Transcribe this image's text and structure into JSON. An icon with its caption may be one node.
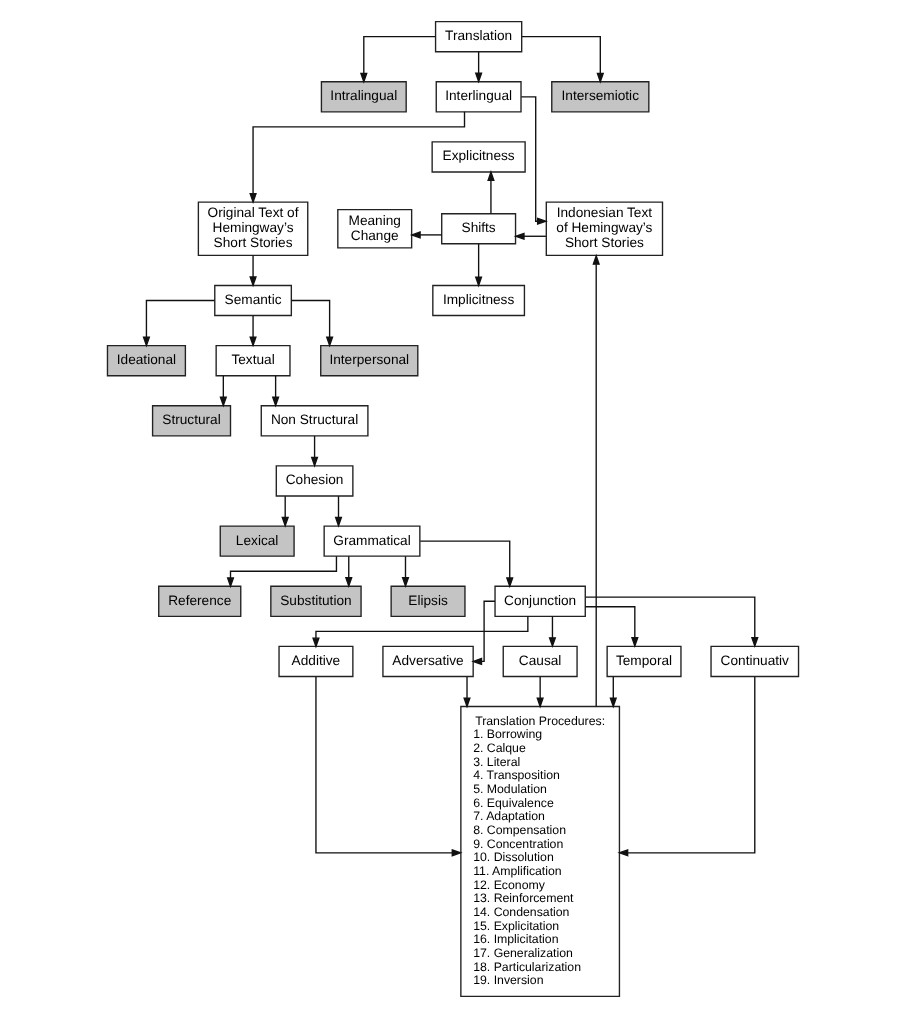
{
  "diagram": {
    "nodes": [
      {
        "text": [
          "Translation"
        ]
      },
      {
        "text": [
          "Intralingual"
        ]
      },
      {
        "text": [
          "Interlingual"
        ]
      },
      {
        "text": [
          "Intersemiotic"
        ]
      },
      {
        "text": [
          "Original Text of Hemingway’s Short Stories"
        ]
      },
      {
        "text": [
          "Explicitness"
        ]
      },
      {
        "text": [
          "Meaning Change"
        ]
      },
      {
        "text": [
          "Shifts"
        ]
      },
      {
        "text": [
          "Indonesian Text of Hemingway’s Short Stories"
        ]
      },
      {
        "text": [
          "Implicitness"
        ]
      },
      {
        "text": [
          "Semantic"
        ]
      },
      {
        "text": [
          "Translation Procedures:",
          "1. Borrowing",
          "2. Calque",
          "3. Literal",
          "4. Transposition",
          "5. Modulation",
          "6. Equivalence",
          "7. Adaptation",
          "8. Compensation",
          "9. Concentration",
          "10. Dissolution",
          "11. Amplification",
          "12. Economy",
          "13. Reinforcement",
          "14. Condensation",
          "15. Explicitation",
          "16. Implicitation",
          "17. Generalization",
          "18. Particularization",
          "19. Inversion"
        ]
      },
      {
        "text": [
          "Ideational"
        ]
      },
      {
        "text": [
          "Textual"
        ]
      },
      {
        "text": [
          "Interpersonal"
        ]
      },
      {
        "text": [
          "Structural"
        ]
      },
      {
        "text": [
          "Non Structural"
        ]
      },
      {
        "text": [
          "Cohesion"
        ]
      },
      {
        "text": [
          "Lexical"
        ]
      },
      {
        "text": [
          "Grammatical"
        ]
      },
      {
        "text": [
          "Reference"
        ]
      },
      {
        "text": [
          "Substitution"
        ]
      },
      {
        "text": [
          "Elipsis"
        ]
      },
      {
        "text": [
          "Conjunction"
        ]
      },
      {
        "text": [
          "Additive"
        ]
      },
      {
        "text": [
          "Adversative"
        ]
      },
      {
        "text": [
          "Causal"
        ]
      },
      {
        "text": [
          "Temporal"
        ]
      },
      {
        "text": [
          "Continuativ"
        ]
      }
    ],
    "edges": [
      {
        "from": 0,
        "to": 1,
        "arrow": "to"
      },
      {
        "from": 0,
        "to": 2,
        "arrow": "to"
      },
      {
        "from": 0,
        "to": 3,
        "arrow": "to"
      },
      {
        "from": 2,
        "to": 4,
        "arrow": "to"
      },
      {
        "from": 2,
        "to": 8,
        "arrow": "to"
      },
      {
        "from": 8,
        "to": 7,
        "arrow": "to"
      },
      {
        "from": 7,
        "to": 5,
        "arrow": "to"
      },
      {
        "from": 7,
        "to": 6,
        "arrow": "to"
      },
      {
        "from": 7,
        "to": 9,
        "arrow": "to"
      },
      {
        "from": 11,
        "to": 8,
        "arrow": "to"
      },
      {
        "from": 4,
        "to": 10,
        "arrow": "to"
      },
      {
        "from": 10,
        "to": 12,
        "arrow": "to"
      },
      {
        "from": 10,
        "to": 13,
        "arrow": "to"
      },
      {
        "from": 10,
        "to": 14,
        "arrow": "to"
      },
      {
        "from": 13,
        "to": 15,
        "arrow": "to"
      },
      {
        "from": 13,
        "to": 16,
        "arrow": "to"
      },
      {
        "from": 16,
        "to": 17,
        "arrow": "to"
      },
      {
        "from": 17,
        "to": 18,
        "arrow": "to"
      },
      {
        "from": 17,
        "to": 19,
        "arrow": "to"
      },
      {
        "from": 19,
        "to": 20,
        "arrow": "to"
      },
      {
        "from": 19,
        "to": 21,
        "arrow": "to"
      },
      {
        "from": 19,
        "to": 22,
        "arrow": "to"
      },
      {
        "from": 19,
        "to": 23,
        "arrow": "to"
      },
      {
        "from": 23,
        "to": 24,
        "arrow": "to"
      },
      {
        "from": 23,
        "to": 25,
        "arrow": "to"
      },
      {
        "from": 23,
        "to": 26,
        "arrow": "to"
      },
      {
        "from": 23,
        "to": 27,
        "arrow": "to"
      },
      {
        "from": 23,
        "to": 28,
        "arrow": "to"
      },
      {
        "from": 24,
        "to": 11,
        "arrow": "to"
      },
      {
        "from": 25,
        "to": 11,
        "arrow": "to"
      },
      {
        "from": 26,
        "to": 11,
        "arrow": "to"
      },
      {
        "from": 27,
        "to": 11,
        "arrow": "to"
      },
      {
        "from": 28,
        "to": 11,
        "arrow": "to"
      }
    ]
  }
}
